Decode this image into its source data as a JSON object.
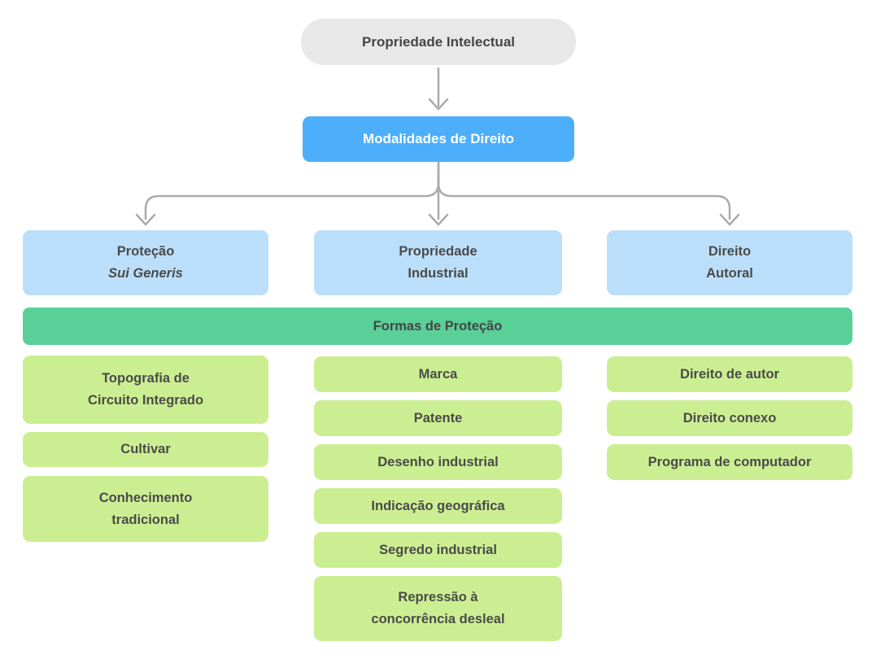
{
  "colors": {
    "root_bg": "#e8e8e8",
    "modalidades_bg": "#4daefb",
    "branch_bg": "#bbdffa",
    "banner_bg": "#59d098",
    "leaf_bg": "#ccee92",
    "connector": "#ababab",
    "text_dark": "#4a4a4a",
    "text_on_blue": "#ffffff"
  },
  "diagram": {
    "root": {
      "label": "Propriedade Intelectual"
    },
    "modalidades": {
      "label": "Modalidades de Direito"
    },
    "branches": [
      {
        "line1": "Proteção",
        "line2": "Sui Generis"
      },
      {
        "line1": "Propriedade",
        "line2": "Industrial"
      },
      {
        "line1": "Direito",
        "line2": "Autoral"
      }
    ],
    "banner": {
      "label": "Formas de Proteção"
    },
    "columns": [
      {
        "items": [
          {
            "label": "Topografia de\nCircuito Integrado"
          },
          {
            "label": "Cultivar"
          },
          {
            "label": "Conhecimento\ntradicional"
          }
        ]
      },
      {
        "items": [
          {
            "label": "Marca"
          },
          {
            "label": "Patente"
          },
          {
            "label": "Desenho industrial"
          },
          {
            "label": "Indicação geográfica"
          },
          {
            "label": "Segredo industrial"
          },
          {
            "label": "Repressão à\nconcorrência desleal"
          }
        ]
      },
      {
        "items": [
          {
            "label": "Direito de autor"
          },
          {
            "label": "Direito conexo"
          },
          {
            "label": "Programa de computador"
          }
        ]
      }
    ]
  }
}
